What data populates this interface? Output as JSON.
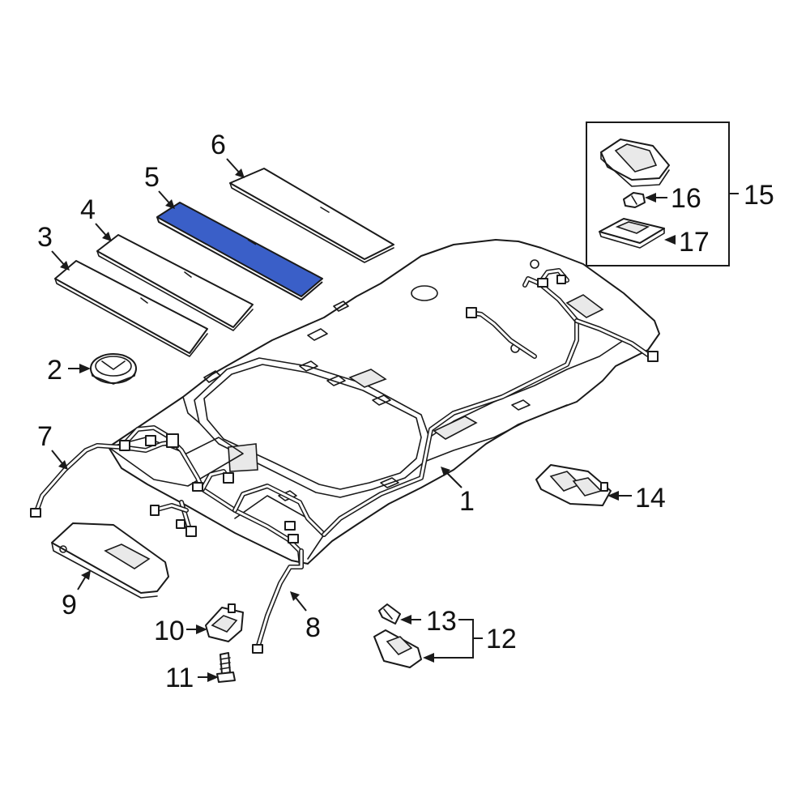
{
  "diagram": {
    "highlight_color": "#3a5fc8",
    "line_color": "#1a1a1a",
    "highlighted_part": "5",
    "callouts": [
      {
        "key": "c1",
        "label": "1"
      },
      {
        "key": "c2",
        "label": "2"
      },
      {
        "key": "c3",
        "label": "3"
      },
      {
        "key": "c4",
        "label": "4"
      },
      {
        "key": "c5",
        "label": "5"
      },
      {
        "key": "c6",
        "label": "6"
      },
      {
        "key": "c7",
        "label": "7"
      },
      {
        "key": "c8",
        "label": "8"
      },
      {
        "key": "c9",
        "label": "9"
      },
      {
        "key": "c10",
        "label": "10"
      },
      {
        "key": "c11",
        "label": "11"
      },
      {
        "key": "c12",
        "label": "12"
      },
      {
        "key": "c13",
        "label": "13"
      },
      {
        "key": "c14",
        "label": "14"
      },
      {
        "key": "c15",
        "label": "15"
      },
      {
        "key": "c16",
        "label": "16"
      },
      {
        "key": "c17",
        "label": "17"
      }
    ]
  }
}
